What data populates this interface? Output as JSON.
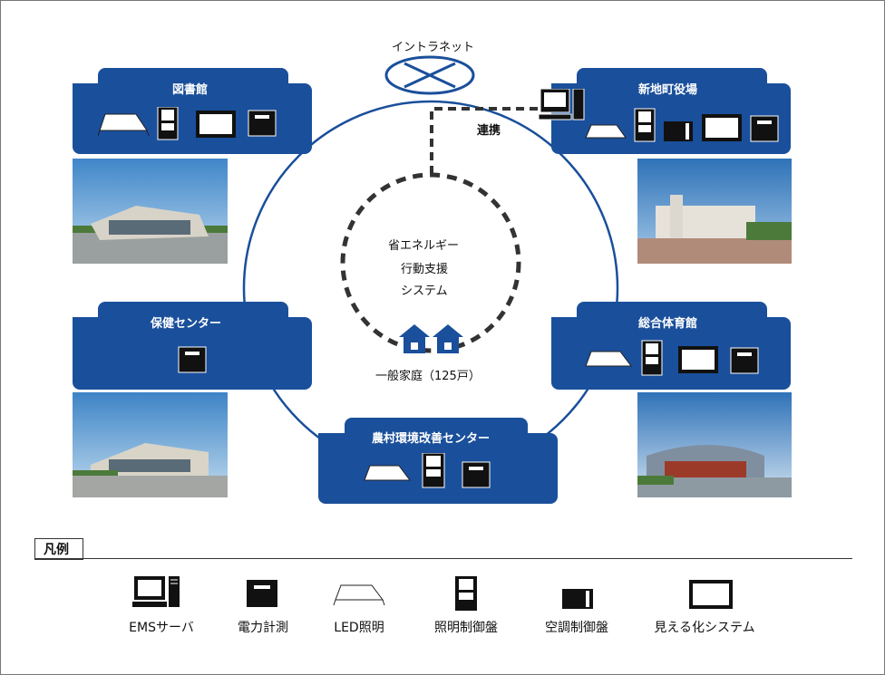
{
  "network": {
    "label": "イントラネット",
    "link_label": "連携"
  },
  "center": {
    "line1": "省エネルギー",
    "line2": "行動支援",
    "line3": "システム",
    "homes_label": "一般家庭（125戸）"
  },
  "facilities": {
    "library": {
      "name": "図書館",
      "icons": [
        "led-icon",
        "lighting-panel-icon",
        "display-icon",
        "power-meter-icon"
      ]
    },
    "townhall": {
      "name": "新地町役場",
      "icons": [
        "ems-server-icon",
        "led-icon",
        "lighting-panel-icon",
        "ac-panel-icon",
        "display-icon",
        "power-meter-icon"
      ]
    },
    "health": {
      "name": "保健センター",
      "icons": [
        "power-meter-icon"
      ]
    },
    "gym": {
      "name": "総合体育館",
      "icons": [
        "led-icon",
        "lighting-panel-icon",
        "display-icon",
        "power-meter-icon"
      ]
    },
    "agri": {
      "name": "農村環境改善センター",
      "icons": [
        "led-icon",
        "lighting-panel-icon",
        "power-meter-icon"
      ]
    }
  },
  "legend": {
    "title": "凡例",
    "items": [
      {
        "icon": "ems-server-icon",
        "label": "EMSサーバ"
      },
      {
        "icon": "power-meter-icon",
        "label": "電力計測"
      },
      {
        "icon": "led-icon",
        "label": "LED照明"
      },
      {
        "icon": "lighting-panel-icon",
        "label": "照明制御盤"
      },
      {
        "icon": "ac-panel-icon",
        "label": "空調制御盤"
      },
      {
        "icon": "display-icon",
        "label": "見える化システム"
      }
    ]
  },
  "colors": {
    "panel": "#1a4f9b",
    "ring": "#1a4f9b",
    "dash": "#333333"
  }
}
